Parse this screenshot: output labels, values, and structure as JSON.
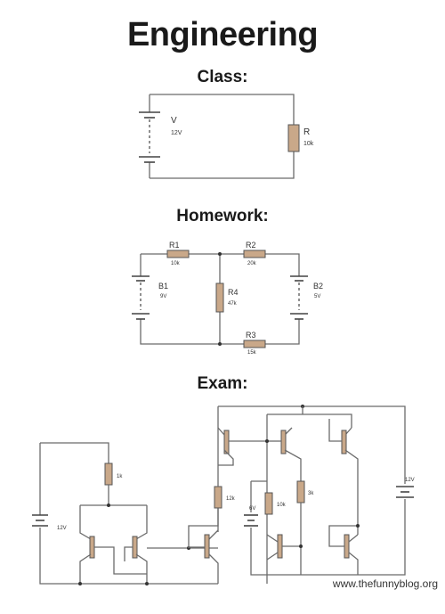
{
  "title": "Engineering",
  "sections": {
    "class": "Class:",
    "homework": "Homework:",
    "exam": "Exam:"
  },
  "class_circuit": {
    "battery_name": "V",
    "battery_value": "12V",
    "resistor_name": "R",
    "resistor_value": "10k"
  },
  "homework_circuit": {
    "r1_name": "R1",
    "r1_value": "10k",
    "r2_name": "R2",
    "r2_value": "20k",
    "r3_name": "R3",
    "r3_value": "15k",
    "r4_name": "R4",
    "r4_value": "47k",
    "b1_name": "B1",
    "b1_value": "9V",
    "b2_name": "B2",
    "b2_value": "5V"
  },
  "exam_circuit": {
    "battery_left_value": "12V",
    "r_left_value": "1k",
    "r_mid_value": "12k",
    "r_center_value": "10k",
    "r_right_value": "3k",
    "battery_mid_value": "6V",
    "battery_right_value": "12V"
  },
  "watermark": "www.thefunnyblog.org"
}
